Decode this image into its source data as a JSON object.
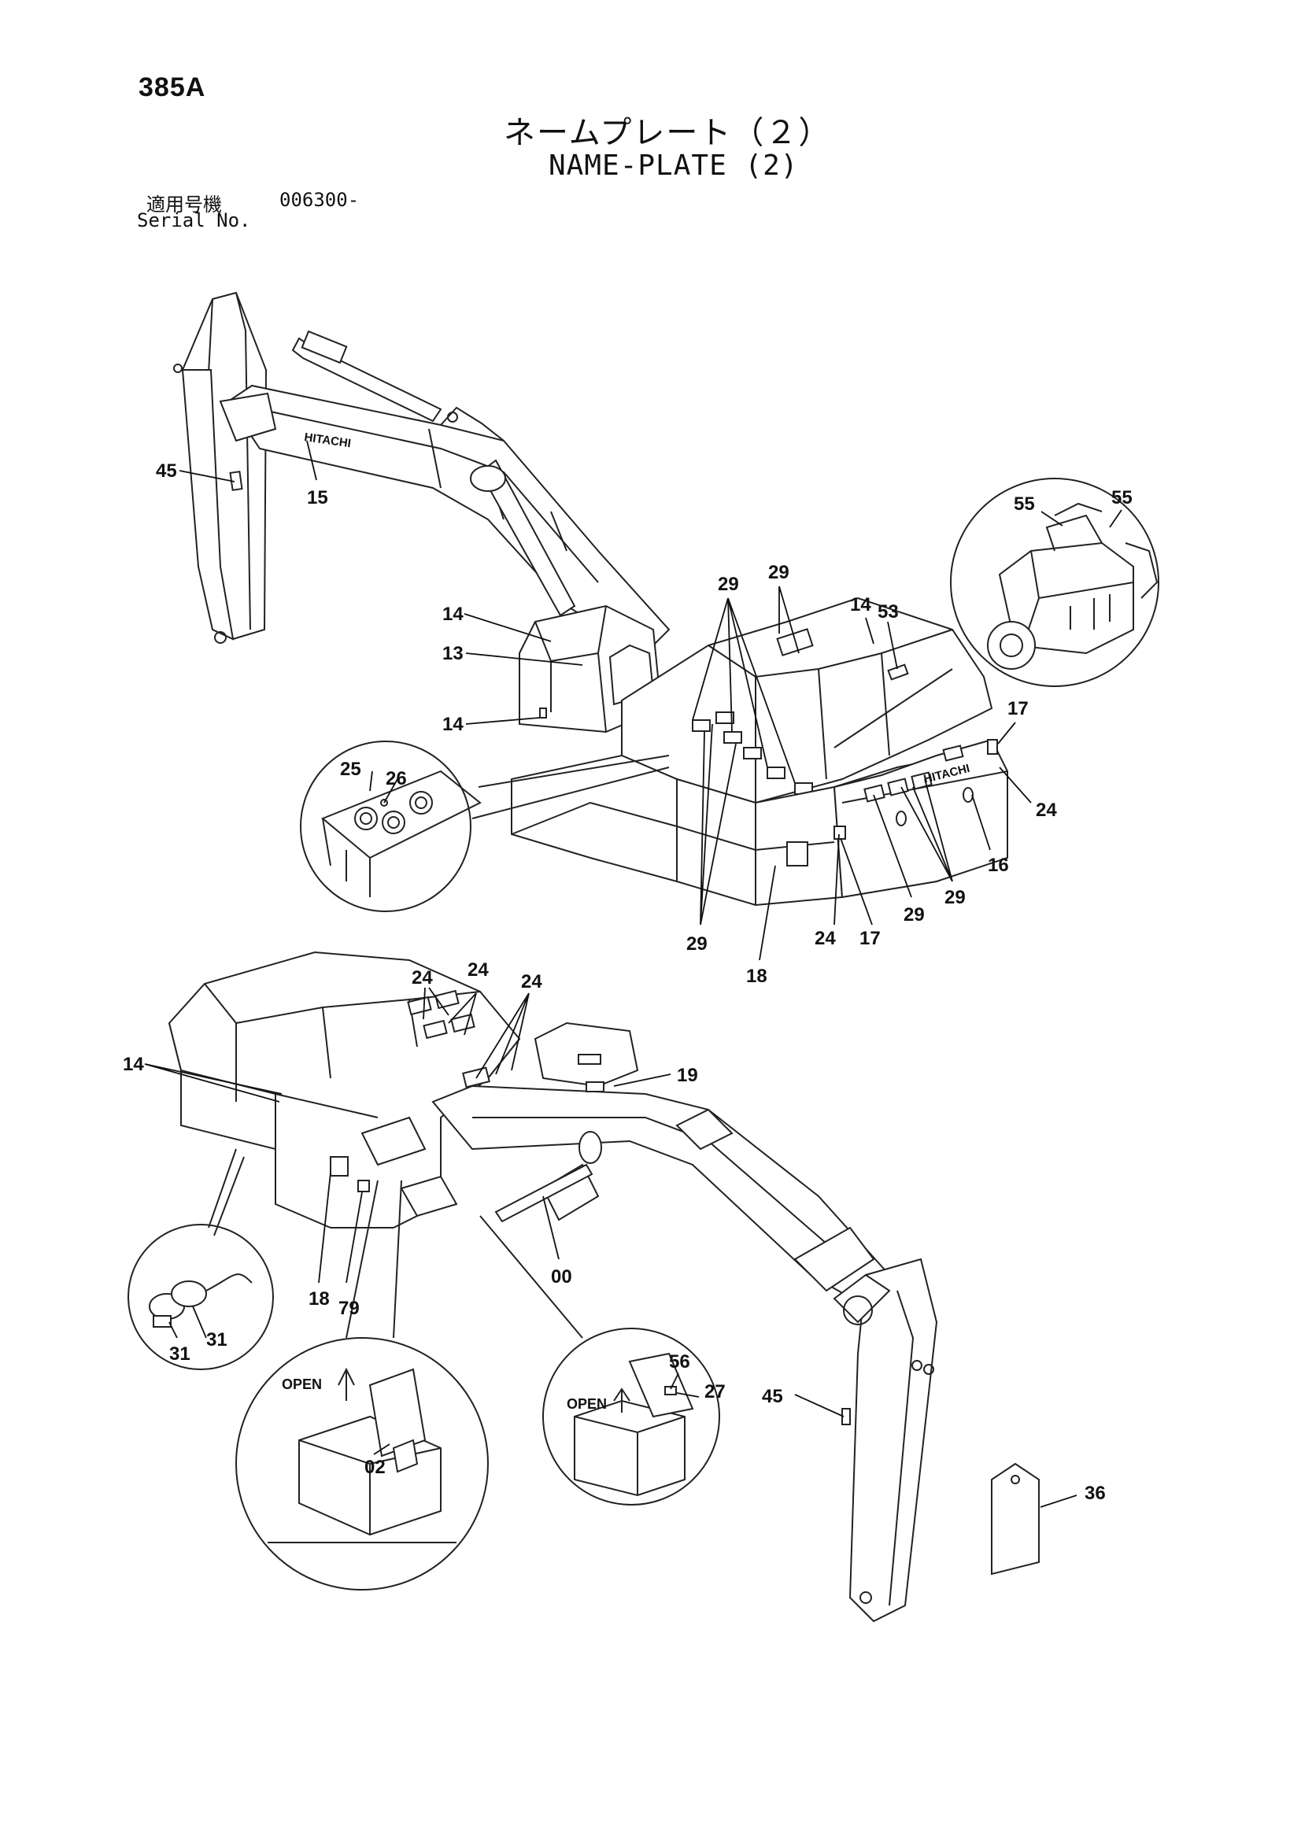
{
  "page": {
    "id": "385A",
    "title_jp": "ネームプレート（２）",
    "title_en": "NAME-PLATE (2)",
    "serial_label_jp": "適用号機",
    "serial_label_en": "Serial No.",
    "serial_value": "006300-"
  },
  "brand": {
    "boom_text": "HITACHI",
    "counterweight_text": "HITACHI"
  },
  "detail_labels": {
    "open_left": "OPEN",
    "open_right": "OPEN"
  },
  "callouts": {
    "c45_top": "45",
    "c15": "15",
    "c14_cab_top": "14",
    "c13": "13",
    "c14_cab_side": "14",
    "c25": "25",
    "c26": "26",
    "c29_a": "29",
    "c29_b": "29",
    "c14_hood": "14",
    "c53": "53",
    "c55_a": "55",
    "c55_b": "55",
    "c17_top": "17",
    "c24_right": "24",
    "c16": "16",
    "c29_c": "29",
    "c29_d": "29",
    "c24_bottom": "24",
    "c17_bottom": "17",
    "c29_e": "29",
    "c18_top": "18",
    "c24_b1": "24",
    "c24_b2": "24",
    "c24_b3": "24",
    "c14_rear": "14",
    "c19": "19",
    "c00": "00",
    "c18_bottom": "18",
    "c79": "79",
    "c31_a": "31",
    "c31_b": "31",
    "c02": "02",
    "c56": "56",
    "c27": "27",
    "c45_bottom": "45",
    "c36": "36"
  }
}
